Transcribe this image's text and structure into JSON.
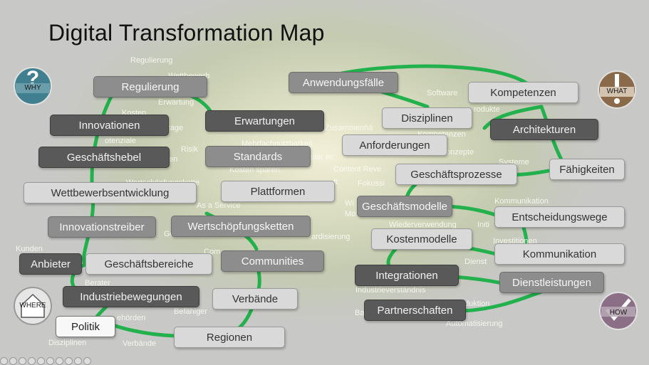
{
  "title": "Digital Transformation Map",
  "colors": {
    "link": "#22b14c",
    "why": "#3f7f8f",
    "what": "#8a6a48",
    "where": "#e6e6e6",
    "how": "#8a6f86"
  },
  "badges": [
    {
      "id": "why",
      "label": "WHY",
      "icon": "question-icon"
    },
    {
      "id": "what",
      "label": "WHAT",
      "icon": "exclamation-icon"
    },
    {
      "id": "where",
      "label": "WHERE",
      "icon": "house-icon"
    },
    {
      "id": "how",
      "label": "HOW",
      "icon": "checkmark-icon"
    }
  ],
  "nodes": [
    {
      "id": "regulierung",
      "label": "Regulierung",
      "shade": "medium"
    },
    {
      "id": "innovationen",
      "label": "Innovationen",
      "shade": "dark"
    },
    {
      "id": "geschaeftshebel",
      "label": "Geschäftshebel",
      "shade": "dark"
    },
    {
      "id": "wettbewerbsentwicklung",
      "label": "Wettbewerbsentwicklung",
      "shade": "light"
    },
    {
      "id": "innovationstreiber",
      "label": "Innovationstreiber",
      "shade": "medium"
    },
    {
      "id": "anbieter",
      "label": "Anbieter",
      "shade": "dark"
    },
    {
      "id": "geschaeftsbereiche",
      "label": "Geschäftsbereiche",
      "shade": "light"
    },
    {
      "id": "industriebewegungen",
      "label": "Industriebewegungen",
      "shade": "dark"
    },
    {
      "id": "politik",
      "label": "Politik",
      "shade": "white"
    },
    {
      "id": "erwartungen",
      "label": "Erwartungen",
      "shade": "dark"
    },
    {
      "id": "standards",
      "label": "Standards",
      "shade": "medium"
    },
    {
      "id": "plattformen",
      "label": "Plattformen",
      "shade": "light"
    },
    {
      "id": "wertschoepfungsketten",
      "label": "Wertschöpfungsketten",
      "shade": "medium"
    },
    {
      "id": "communities",
      "label": "Communities",
      "shade": "medium"
    },
    {
      "id": "verbaende",
      "label": "Verbände",
      "shade": "light"
    },
    {
      "id": "regionen",
      "label": "Regionen",
      "shade": "light"
    },
    {
      "id": "anwendungsfaelle",
      "label": "Anwendungsfälle",
      "shade": "medium"
    },
    {
      "id": "disziplinen",
      "label": "Disziplinen",
      "shade": "light"
    },
    {
      "id": "anforderungen",
      "label": "Anforderungen",
      "shade": "light"
    },
    {
      "id": "kompetenzen",
      "label": "Kompetenzen",
      "shade": "light"
    },
    {
      "id": "architekturen",
      "label": "Architekturen",
      "shade": "dark"
    },
    {
      "id": "faehigkeiten",
      "label": "Fähigkeiten",
      "shade": "light"
    },
    {
      "id": "geschaeftsprozesse",
      "label": "Geschäftsprozesse",
      "shade": "light"
    },
    {
      "id": "geschaeftsmodelle",
      "label": "Geschäftsmodelle",
      "shade": "medium"
    },
    {
      "id": "entscheidungswege",
      "label": "Entscheidungswege",
      "shade": "light"
    },
    {
      "id": "kostenmodelle",
      "label": "Kostenmodelle",
      "shade": "light"
    },
    {
      "id": "kommunikation",
      "label": "Kommunikation",
      "shade": "light"
    },
    {
      "id": "integrationen",
      "label": "Integrationen",
      "shade": "dark"
    },
    {
      "id": "dienstleistungen",
      "label": "Dienstleistungen",
      "shade": "medium"
    },
    {
      "id": "partnerschaften",
      "label": "Partnerschaften",
      "shade": "dark"
    }
  ],
  "background_words": [
    {
      "text": "Regulierung"
    },
    {
      "text": "Wettbewerb"
    },
    {
      "text": "Erwartung"
    },
    {
      "text": "Kosten"
    },
    {
      "text": "frage"
    },
    {
      "text": "otenziale"
    },
    {
      "text": "Risik"
    },
    {
      "text": "en"
    },
    {
      "text": "Wertschöpfungskette"
    },
    {
      "text": "As a Service"
    },
    {
      "text": "Gesetz"
    },
    {
      "text": "Kunden"
    },
    {
      "text": "Berater"
    },
    {
      "text": "Befähiger"
    },
    {
      "text": "ehörden"
    },
    {
      "text": "Disziplinen"
    },
    {
      "text": "Verbände"
    },
    {
      "text": "Zusammenhä"
    },
    {
      "text": "Mehrfachnutzbarkeit"
    },
    {
      "text": "Modular ec"
    },
    {
      "text": "Kosten sparen"
    },
    {
      "text": "Content Reve"
    },
    {
      "text": "ft"
    },
    {
      "text": "Fokussi"
    },
    {
      "text": "Wi"
    },
    {
      "text": "Mo"
    },
    {
      "text": "ardisierung"
    },
    {
      "text": "Com"
    },
    {
      "text": "Software"
    },
    {
      "text": "rodukte"
    },
    {
      "text": "Kompetenzen"
    },
    {
      "text": "onzepte"
    },
    {
      "text": "Systeme"
    },
    {
      "text": "Kommunikation"
    },
    {
      "text": "Initi"
    },
    {
      "text": "Investitionen"
    },
    {
      "text": "Wiederverwendung"
    },
    {
      "text": "Dienst"
    },
    {
      "text": "Industrieverständnis"
    },
    {
      "text": "Ba"
    },
    {
      "text": "duktion"
    },
    {
      "text": "Automatisierung"
    }
  ]
}
